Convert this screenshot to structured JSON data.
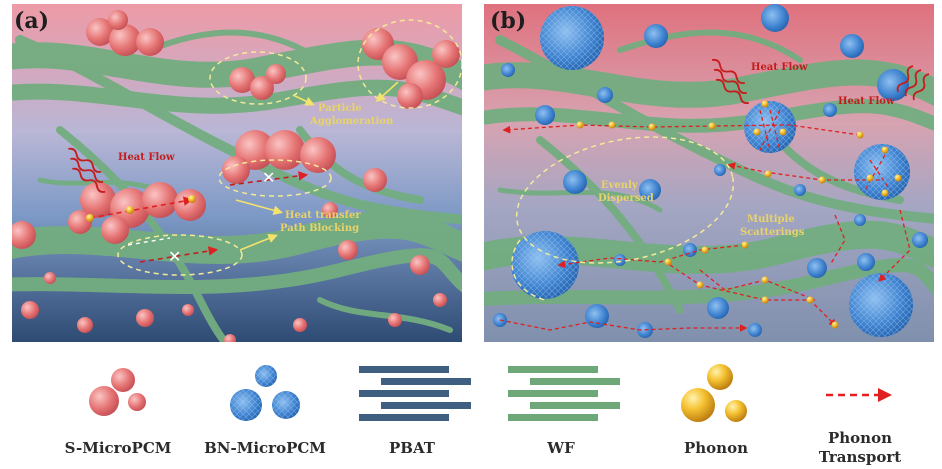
{
  "panels": {
    "a": {
      "label": "(a)",
      "annotations": {
        "heat_flow": "Heat Flow",
        "particle_agglomeration_1": "Particle",
        "particle_agglomeration_2": "Agglomeration",
        "heat_transfer_1": "Heat transfer",
        "heat_transfer_2": "Path Blocking"
      }
    },
    "b": {
      "label": "(b)",
      "annotations": {
        "heat_flow_1": "Heat Flow",
        "heat_flow_2": "Heat Flow",
        "evenly_1": "Evenly",
        "evenly_2": "Dispersed",
        "multiple_1": "Multiple",
        "multiple_2": "Scatterings"
      }
    }
  },
  "legend": {
    "s_micropcm": "S-MicroPCM",
    "bn_micropcm": "BN-MicroPCM",
    "pbat": "PBAT",
    "wf": "WF",
    "phonon": "Phonon",
    "phonon_transport_1": "Phonon",
    "phonon_transport_2": "Transport"
  },
  "colors": {
    "s_micropcm": "#e86e6e",
    "bn_micropcm": "#4f8fd6",
    "pbat": "#3f5f80",
    "wf": "#6fa878",
    "phonon": "#f0b322",
    "transport": "#e02020"
  }
}
